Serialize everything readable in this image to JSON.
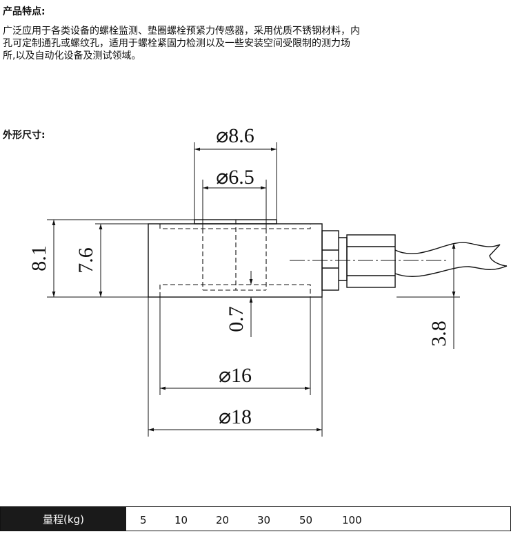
{
  "features": {
    "heading": "产品特点:",
    "lines": [
      "广泛应用于各类设备的螺栓监测、垫圈螺栓预紧力传感器，采用优质不锈钢材料，内",
      "孔可定制通孔或螺纹孔，适用于螺栓紧固力检测以及一些安装空间受限制的测力场",
      "所,以及自动化设备及测试领域。"
    ]
  },
  "dimensions": {
    "heading": "外形尺寸:",
    "d_outer_top": "⌀8.6",
    "d_inner_top": "⌀6.5",
    "h_total": "8.1",
    "h_body": "7.6",
    "recess": "0.7",
    "cable_offset": "3.8",
    "d_16": "⌀16",
    "d_18": "⌀18"
  },
  "range": {
    "label": "量程(kg)",
    "values": [
      "5",
      "10",
      "20",
      "30",
      "50",
      "100"
    ]
  }
}
